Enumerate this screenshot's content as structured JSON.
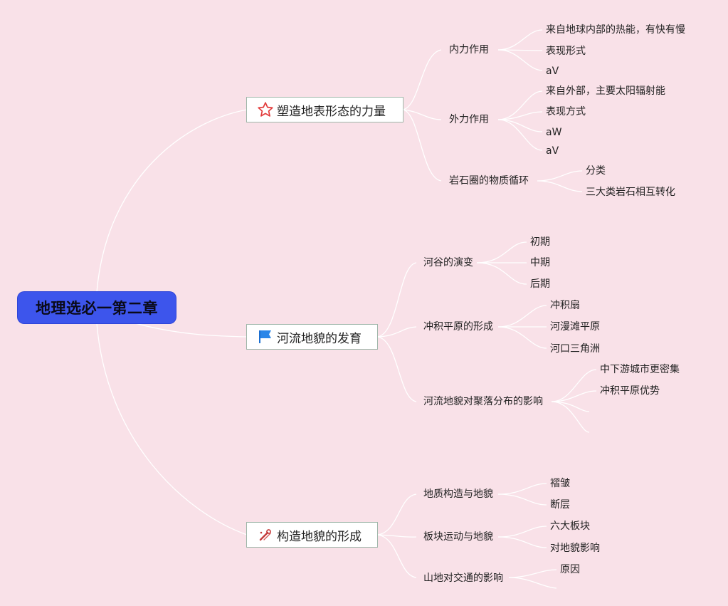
{
  "root": {
    "label": "地理选必一第二章"
  },
  "branches": [
    {
      "label": "塑造地表形态的力量",
      "icon": "star-icon",
      "children": [
        {
          "label": "内力作用",
          "children": [
            "来自地球内部的热能，有快有慢",
            "表现形式",
            "aV"
          ]
        },
        {
          "label": "外力作用",
          "children": [
            "来自外部，主要太阳辐射能",
            "表现方式",
            "aW",
            "aV"
          ]
        },
        {
          "label": "岩石圈的物质循环",
          "children": [
            "分类",
            "三大类岩石相互转化"
          ]
        }
      ]
    },
    {
      "label": "河流地貌的发育",
      "icon": "flag-icon",
      "children": [
        {
          "label": "河谷的演变",
          "children": [
            "初期",
            "中期",
            "后期"
          ]
        },
        {
          "label": "冲积平原的形成",
          "children": [
            "冲积扇",
            "河漫滩平原",
            "河口三角洲"
          ]
        },
        {
          "label": "河流地貌对聚落分布的影响",
          "children": [
            "中下游城市更密集",
            "冲积平原优势",
            "",
            ""
          ]
        }
      ]
    },
    {
      "label": "构造地貌的形成",
      "icon": "tools-icon",
      "children": [
        {
          "label": "地质构造与地貌",
          "children": [
            "褶皱",
            "断层"
          ]
        },
        {
          "label": "板块运动与地貌",
          "children": [
            "六大板块",
            "对地貌影响"
          ]
        },
        {
          "label": "山地对交通的影响",
          "children": [
            "原因"
          ]
        }
      ]
    }
  ]
}
